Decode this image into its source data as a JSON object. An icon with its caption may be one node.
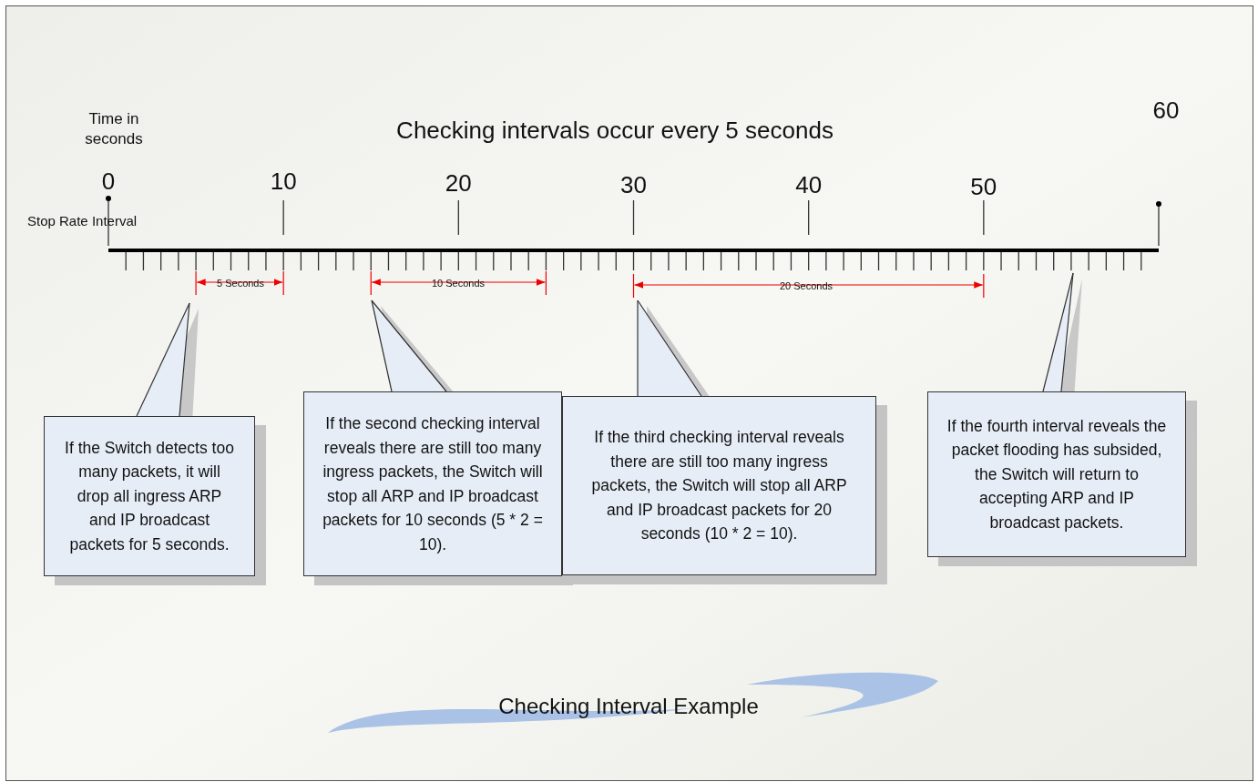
{
  "diagram": {
    "title": "Checking Interval Example",
    "nodes": [
      {
        "text": [
          "If the Switch detects too many packets, it will drop all ingress ARP and IP broadcast packets for 5 seconds."
        ]
      },
      {
        "text": [
          "If the second checking interval reveals there are still too many ingress packets, the Switch will stop all ARP and IP broadcast packets for 10 seconds (5 * 2 = 10)."
        ]
      },
      {
        "text": [
          "If the third checking interval reveals there are still too many ingress packets, the Switch will stop all ARP and IP broadcast packets for 20 seconds (10 * 2 = 10)."
        ]
      },
      {
        "text": [
          "If the fourth interval reveals the packet flooding has subsided, the Switch will return to accepting ARP and IP broadcast packets."
        ]
      }
    ],
    "edges": [
      {
        "from": 0,
        "to": null,
        "arrow": "none"
      },
      {
        "from": 1,
        "to": null,
        "arrow": "none"
      },
      {
        "from": 2,
        "to": null,
        "arrow": "none"
      },
      {
        "from": 3,
        "to": null,
        "arrow": "none"
      }
    ],
    "labels": [
      "Time in seconds",
      "Checking intervals occur every 5 seconds",
      "60",
      "0",
      "10",
      "20",
      "30",
      "40",
      "50",
      "Stop Rate Interval",
      "5 Seconds",
      "10 Seconds",
      "20 Seconds"
    ]
  }
}
